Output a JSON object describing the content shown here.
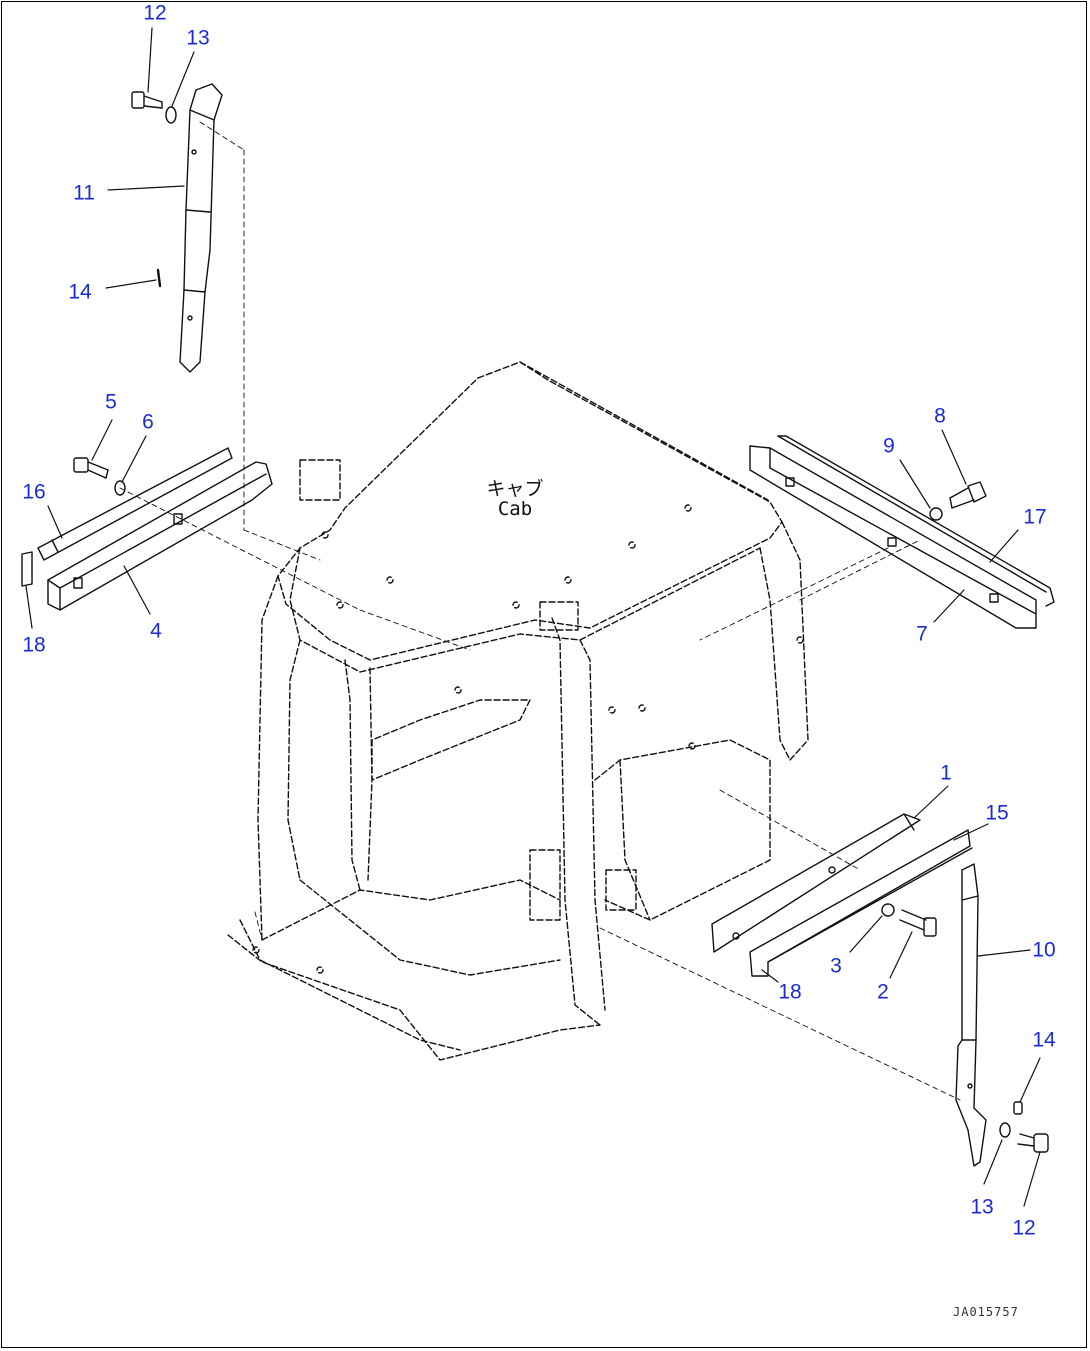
{
  "diagram": {
    "cab_label_jp": "キャブ",
    "cab_label_en": "Cab",
    "drawing_id": "JA015757",
    "label_color": "#1a2bd6",
    "line_color": "#111111",
    "callouts": [
      "12",
      "13",
      "11",
      "14",
      "5",
      "6",
      "16",
      "4",
      "18",
      "8",
      "9",
      "17",
      "7",
      "1",
      "15",
      "3",
      "2",
      "18",
      "10",
      "14",
      "13",
      "12"
    ]
  }
}
